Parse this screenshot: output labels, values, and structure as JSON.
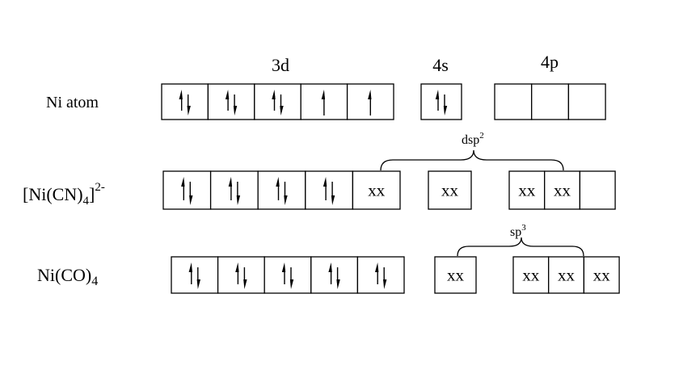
{
  "diagram": {
    "orbital_headers": [
      "3d",
      "4s",
      "4p"
    ],
    "rows": [
      {
        "label": "Ni atom",
        "groups": [
          [
            "updown",
            "updown",
            "updown",
            "up",
            "up"
          ],
          [
            "updown"
          ],
          [
            "empty",
            "empty",
            "empty"
          ]
        ]
      },
      {
        "label": "[Ni(CN)4]2-",
        "label_main": "[Ni(CN)",
        "label_sub": "4",
        "label_close": "]",
        "label_sup": "2-",
        "groups": [
          [
            "updown",
            "updown",
            "updown",
            "updown",
            "xx"
          ],
          [
            "xx"
          ],
          [
            "xx",
            "xx",
            "empty"
          ]
        ],
        "hybrid_main": "dsp",
        "hybrid_sup": "2"
      },
      {
        "label": "Ni(CO)4",
        "label_main": "Ni(CO)",
        "label_sub": "4",
        "groups": [
          [
            "updown",
            "updown",
            "updown",
            "updown",
            "updown"
          ],
          [
            "xx"
          ],
          [
            "xx",
            "xx",
            "xx"
          ]
        ],
        "hybrid_main": "sp",
        "hybrid_sup": "3"
      }
    ],
    "ligand_pair": "xx"
  }
}
